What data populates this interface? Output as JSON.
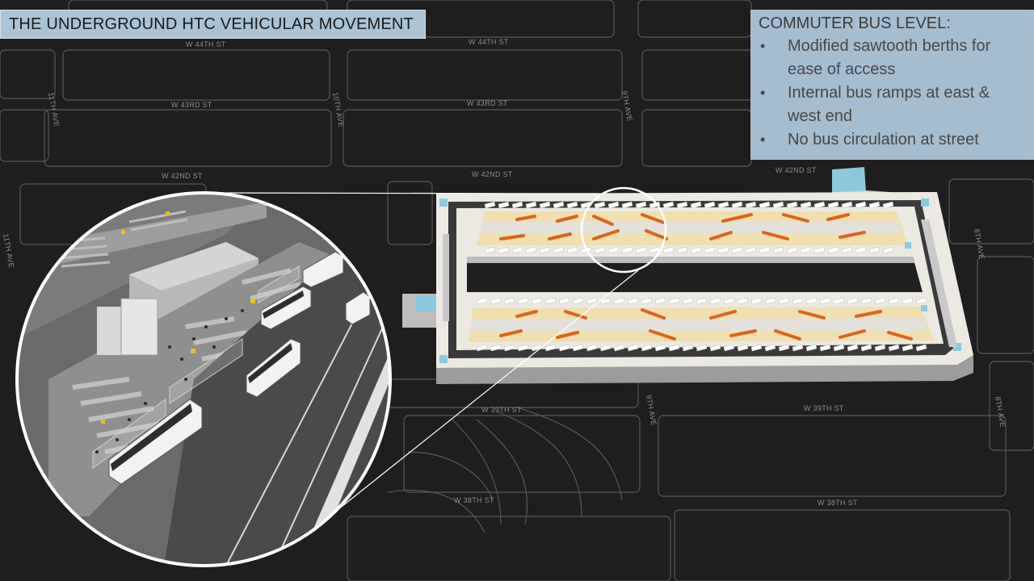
{
  "title": "THE UNDERGROUND HTC VEHICULAR MOVEMENT",
  "info": {
    "heading": "COMMUTER BUS LEVEL:",
    "items": [
      "Modified sawtooth berths for ease of access",
      "Internal bus ramps at east & west end",
      "No bus circulation at street"
    ]
  },
  "streets": {
    "w44": "W 44TH ST",
    "w43": "W 43RD ST",
    "w42": "W 42ND ST",
    "w39": "W 39TH ST",
    "w38": "W 38TH ST",
    "ave11": "11TH AVE",
    "ave10": "10TH AVE",
    "ave9": "9TH AVE",
    "ave8": "8TH AVE"
  },
  "colors": {
    "background": "#1e1e1e",
    "street_lines": "#5a5a5a",
    "panel": "#aac3d6",
    "terminal_floor": "#ece9e3",
    "platform": "#f1dfae",
    "stair": "#d8661f",
    "accent_blue": "#8cc9df"
  }
}
